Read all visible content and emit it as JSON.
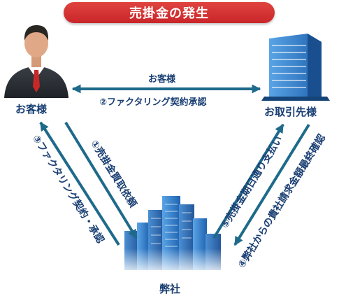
{
  "title": "売掛金の発生",
  "nodes": {
    "customer": {
      "label": "お客様",
      "icon": "businessman-icon"
    },
    "partner": {
      "label": "お取引先様",
      "icon": "office-building-icon"
    },
    "company": {
      "label": "弊社",
      "icon": "city-buildings-icon"
    }
  },
  "edges": {
    "top_upper_label": "お客様",
    "top_lower_label": "②ファクタリング契約承認",
    "step1": "①売掛金買取依頼",
    "step3": "③ファクタリング契約・承認",
    "step4": "④弊社からの貴社請求金額最終確認",
    "step5": "⑤売掛金期日通り支払い"
  },
  "colors": {
    "title_bg": "#d32f2f",
    "title_text": "#ffffff",
    "label_text": "#1a3f73",
    "arrow": "#1e6a8a",
    "building_blue": "#2f7fc9"
  }
}
